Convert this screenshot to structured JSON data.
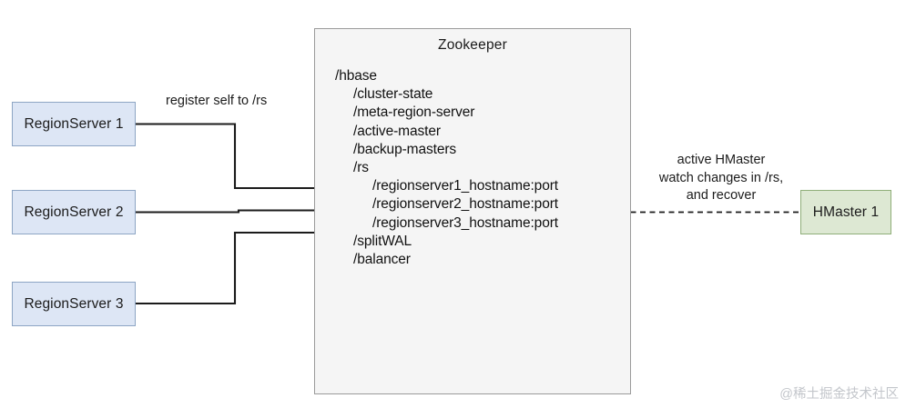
{
  "diagram": {
    "title": "HBase Zookeeper registration and HMaster watch diagram",
    "colors": {
      "regionserver_fill": "#dde6f5",
      "regionserver_border": "#8da5c4",
      "hmaster_fill": "#dde8d3",
      "hmaster_border": "#8fae79",
      "zookeeper_fill": "#f5f5f5",
      "zookeeper_border": "#9a9a9a",
      "connector": "#1b1b1b",
      "watermark": "#c3c6cb"
    }
  },
  "regionservers": [
    {
      "label": "RegionServer 1"
    },
    {
      "label": "RegionServer 2"
    },
    {
      "label": "RegionServer 3"
    }
  ],
  "hmaster": {
    "label": "HMaster 1"
  },
  "zookeeper": {
    "title": "Zookeeper",
    "tree": [
      {
        "text": "/hbase",
        "level": 0
      },
      {
        "text": "/cluster-state",
        "level": 1
      },
      {
        "text": "/meta-region-server",
        "level": 1
      },
      {
        "text": "/active-master",
        "level": 1
      },
      {
        "text": "/backup-masters",
        "level": 1
      },
      {
        "text": "/rs",
        "level": 1
      },
      {
        "text": "/regionserver1_hostname:port",
        "level": 2
      },
      {
        "text": "/regionserver2_hostname:port",
        "level": 2
      },
      {
        "text": "/regionserver3_hostname:port",
        "level": 2
      },
      {
        "text": "/splitWAL",
        "level": 1
      },
      {
        "text": "/balancer",
        "level": 1
      }
    ]
  },
  "labels": {
    "register": "register self to /rs",
    "watch_line1": "active HMaster",
    "watch_line2": "watch changes in /rs,",
    "watch_line3": "and recover"
  },
  "watermark": {
    "text": "@稀土掘金技术社区"
  }
}
